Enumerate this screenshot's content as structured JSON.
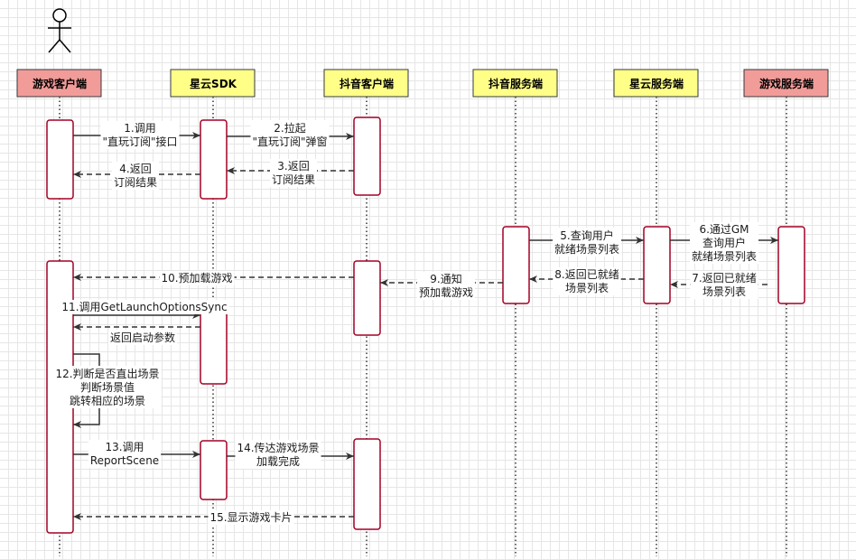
{
  "colors": {
    "client_header": "#f8cecc",
    "client_header_alt": "#f19c99",
    "middle_header": "#ffff88",
    "line": "#333333",
    "activation_border": "#a20025"
  },
  "actor": {
    "icon": "stick-figure-icon"
  },
  "participants": [
    {
      "id": "game-client",
      "label": "游戏客户端",
      "style": "client"
    },
    {
      "id": "xingyun-sdk",
      "label": "星云SDK",
      "style": "middle"
    },
    {
      "id": "douyin-client",
      "label": "抖音客户端",
      "style": "middle"
    },
    {
      "id": "douyin-server",
      "label": "抖音服务端",
      "style": "middle"
    },
    {
      "id": "xingyun-server",
      "label": "星云服务端",
      "style": "middle"
    },
    {
      "id": "game-server",
      "label": "游戏服务端",
      "style": "client"
    }
  ],
  "messages": [
    {
      "id": "m1",
      "lines": [
        "1.调用",
        "\"直玩订阅\"接口"
      ]
    },
    {
      "id": "m2",
      "lines": [
        "2.拉起",
        "\"直玩订阅\"弹窗"
      ]
    },
    {
      "id": "m3",
      "lines": [
        "3.返回",
        "订阅结果"
      ]
    },
    {
      "id": "m4",
      "lines": [
        "4.返回",
        "订阅结果"
      ]
    },
    {
      "id": "m5",
      "lines": [
        "5.查询用户",
        "就绪场景列表"
      ]
    },
    {
      "id": "m6",
      "lines": [
        "6.通过GM",
        "查询用户",
        "就绪场景列表"
      ]
    },
    {
      "id": "m7",
      "lines": [
        "7.返回已就绪",
        "场景列表"
      ]
    },
    {
      "id": "m8",
      "lines": [
        "8.返回已就绪",
        "场景列表"
      ]
    },
    {
      "id": "m9",
      "lines": [
        "9.通知",
        "预加载游戏"
      ]
    },
    {
      "id": "m10",
      "lines": [
        "10.预加载游戏"
      ]
    },
    {
      "id": "m11",
      "lines": [
        "11.调用GetLaunchOptionsSync"
      ]
    },
    {
      "id": "m11r",
      "lines": [
        "返回启动参数"
      ]
    },
    {
      "id": "m12",
      "lines": [
        "12.判断是否直出场景",
        "判断场景值",
        "跳转相应的场景"
      ]
    },
    {
      "id": "m13",
      "lines": [
        "13.调用",
        "ReportScene"
      ]
    },
    {
      "id": "m14",
      "lines": [
        "14.传达游戏场景",
        "加载完成"
      ]
    },
    {
      "id": "m15",
      "lines": [
        "15.显示游戏卡片"
      ]
    }
  ]
}
